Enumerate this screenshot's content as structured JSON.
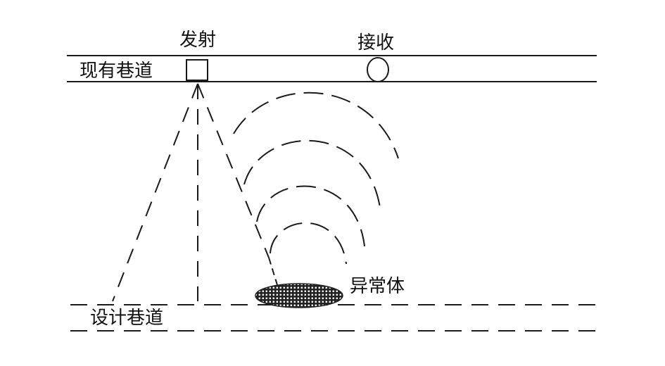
{
  "labels": {
    "transmit": "发射",
    "receive": "接收",
    "existing_tunnel": "现有巷道",
    "anomaly": "异常体",
    "design_tunnel": "设计巷道"
  },
  "colors": {
    "line": "#1a1a1a",
    "background": "#ffffff",
    "anomaly_fill": "#222222"
  }
}
